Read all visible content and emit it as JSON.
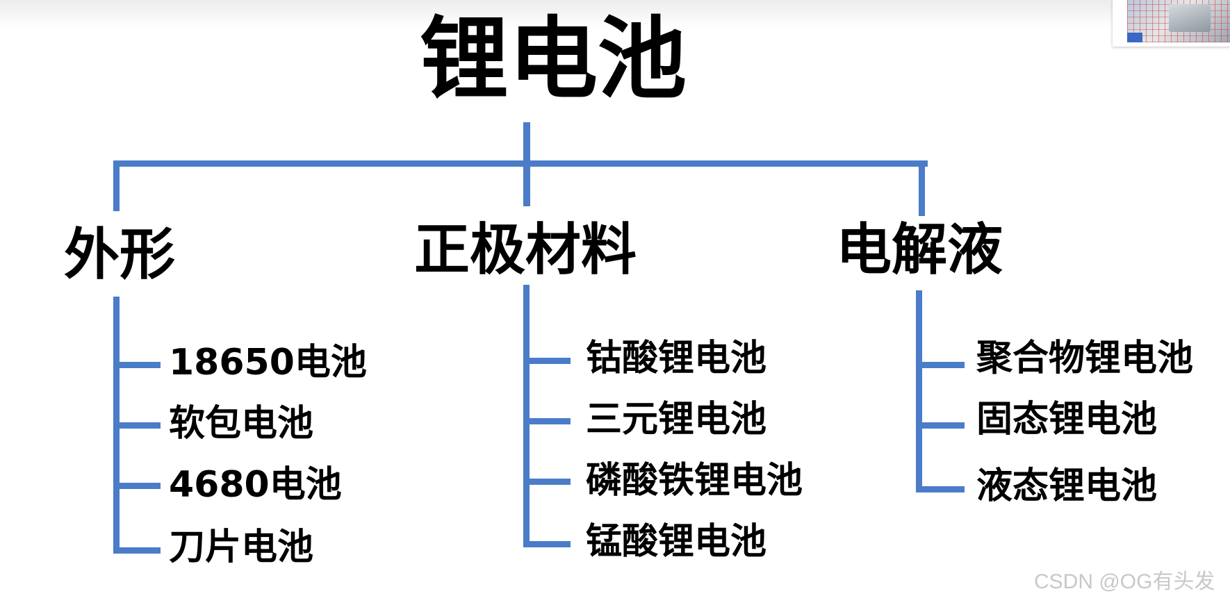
{
  "diagram": {
    "title": "锂电池",
    "branches": [
      {
        "label": "外形",
        "items": [
          "18650电池",
          "软包电池",
          "4680电池",
          "刀片电池"
        ]
      },
      {
        "label": "正极材料",
        "items": [
          "钴酸锂电池",
          "三元锂电池",
          "磷酸铁锂电池",
          "锰酸锂电池"
        ]
      },
      {
        "label": "电解液",
        "items": [
          "聚合物锂电池",
          "固态锂电池",
          "液态锂电池"
        ]
      }
    ],
    "line_color": "#4a7cc8"
  },
  "watermark": "CSDN @OG有头发"
}
